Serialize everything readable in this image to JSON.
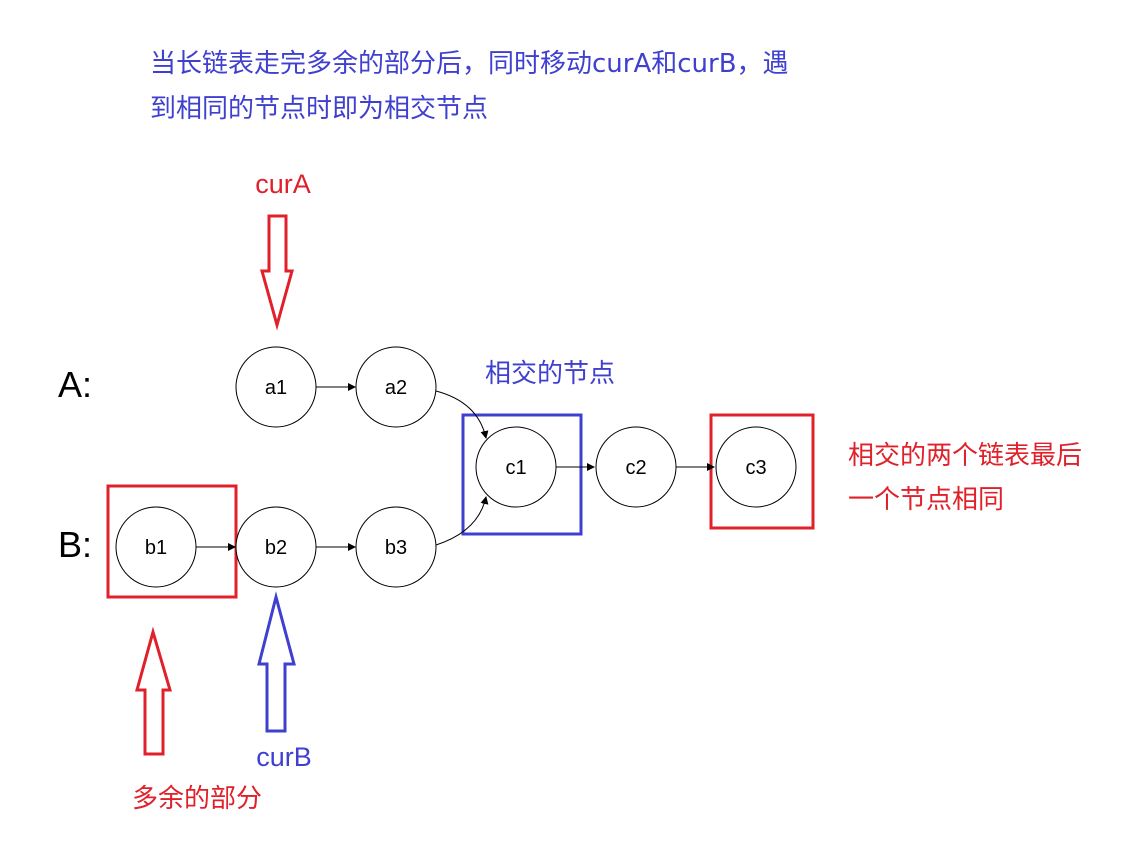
{
  "notes": {
    "top_line1": "当长链表走完多余的部分后，同时移动curA和curB，遇",
    "top_line2": "到相同的节点时即为相交节点",
    "intersection_label": "相交的节点",
    "right_line1": "相交的两个链表最后",
    "right_line2": "一个节点相同",
    "extra_part_label": "多余的部分"
  },
  "pointers": {
    "curA": "curA",
    "curB": "curB"
  },
  "rows": {
    "a": "A:",
    "b": "B:"
  },
  "nodes": {
    "a1": "a1",
    "a2": "a2",
    "b1": "b1",
    "b2": "b2",
    "b3": "b3",
    "c1": "c1",
    "c2": "c2",
    "c3": "c3"
  },
  "colors": {
    "blue": "#3f3fd0",
    "red": "#e0202a",
    "black": "#000000"
  }
}
